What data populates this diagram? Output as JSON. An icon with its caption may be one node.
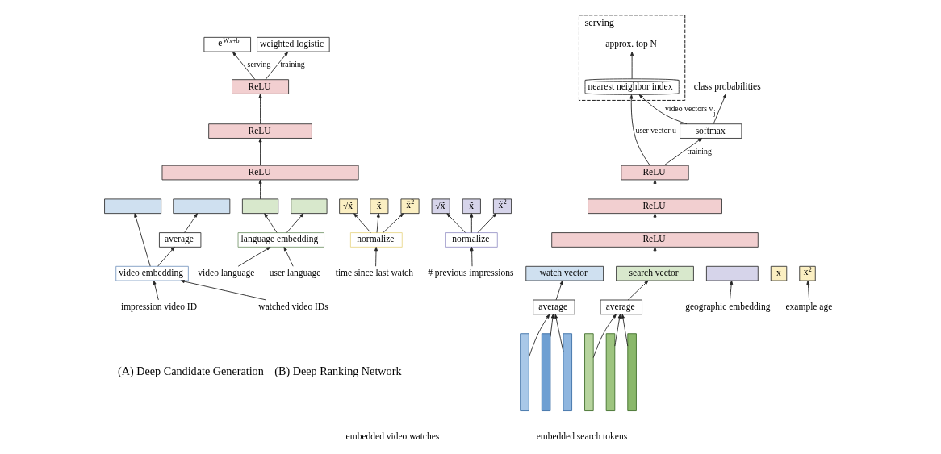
{
  "diagram": {
    "nodes": [
      {
        "text": [
          "serving"
        ]
      },
      {
        "text": [
          "approx. top N"
        ],
        "in": 0
      },
      {
        "text": [
          "nearest neighbor index"
        ],
        "in": 0
      },
      {
        "text": [
          "class probabilities"
        ]
      },
      {
        "text": [
          "softmax"
        ]
      },
      {
        "text": [
          "ReLU"
        ]
      },
      {
        "text": [
          "ReLU"
        ]
      },
      {
        "text": [
          "ReLU"
        ]
      },
      {
        "text": [
          "watch vector"
        ]
      },
      {
        "text": [
          "search vector"
        ]
      },
      {
        "text": [],
        "shape": "box"
      },
      {
        "text": [
          "x"
        ]
      },
      {
        "text": [
          "x$^{2}$"
        ]
      },
      {
        "text": [
          "average"
        ]
      },
      {
        "text": [
          "average"
        ]
      },
      {
        "text": [
          "geographic embedding"
        ]
      },
      {
        "text": [
          "example age"
        ]
      },
      {
        "text": [],
        "shape": "bar"
      },
      {
        "text": [],
        "shape": "bar"
      },
      {
        "text": [],
        "shape": "bar"
      },
      {
        "text": [],
        "shape": "bar"
      },
      {
        "text": [],
        "shape": "bar"
      },
      {
        "text": [],
        "shape": "bar"
      },
      {
        "text": [
          "e$^{Wx+b}$"
        ]
      },
      {
        "text": [
          "weighted logistic"
        ]
      },
      {
        "text": [
          "ReLU"
        ]
      },
      {
        "text": [
          "ReLU"
        ]
      },
      {
        "text": [
          "ReLU"
        ]
      },
      {
        "text": [],
        "shape": "box"
      },
      {
        "text": [],
        "shape": "box"
      },
      {
        "text": [],
        "shape": "box"
      },
      {
        "text": [],
        "shape": "box"
      },
      {
        "text": [
          "√x̃"
        ]
      },
      {
        "text": [
          "x̃"
        ]
      },
      {
        "text": [
          "x̃$^{2}$"
        ]
      },
      {
        "text": [
          "√x̃"
        ]
      },
      {
        "text": [
          "x̃"
        ]
      },
      {
        "text": [
          "x̃$^{2}$"
        ]
      },
      {
        "text": [
          "average"
        ]
      },
      {
        "text": [
          "language embedding"
        ]
      },
      {
        "text": [
          "normalize"
        ]
      },
      {
        "text": [
          "normalize"
        ]
      },
      {
        "text": [
          "video embedding"
        ]
      },
      {
        "text": [
          "user language"
        ]
      },
      {
        "text": [
          "video language"
        ]
      },
      {
        "text": [
          "time since last watch"
        ]
      },
      {
        "text": [
          "# previous impressions"
        ]
      },
      {
        "text": [
          "impression video ID"
        ]
      },
      {
        "text": [
          "watched video IDs"
        ]
      }
    ],
    "edges": [
      {
        "from": 2,
        "to": 1,
        "arrow": "to"
      },
      {
        "from": 4,
        "to": 2,
        "arrow": "to",
        "label": "video vectors v$_{j}$"
      },
      {
        "from": 5,
        "to": 2,
        "arrow": "to",
        "label": "user vector u"
      },
      {
        "from": 5,
        "to": 4,
        "arrow": "to",
        "label": "training"
      },
      {
        "from": 4,
        "to": 3,
        "arrow": "to"
      },
      {
        "from": 6,
        "to": 5,
        "arrow": "to"
      },
      {
        "from": 7,
        "to": 6,
        "arrow": "to"
      },
      {
        "from": 9,
        "to": 7,
        "arrow": "to"
      },
      {
        "from": 13,
        "to": 8,
        "arrow": "to"
      },
      {
        "from": 14,
        "to": 9,
        "arrow": "to"
      },
      {
        "from": 15,
        "to": 10,
        "arrow": "to"
      },
      {
        "from": 16,
        "to": 12,
        "arrow": "to"
      },
      {
        "from": 17,
        "to": 13,
        "arrow": "to"
      },
      {
        "from": 18,
        "to": 13,
        "arrow": "to"
      },
      {
        "from": 19,
        "to": 13,
        "arrow": "to"
      },
      {
        "from": 20,
        "to": 14,
        "arrow": "to"
      },
      {
        "from": 21,
        "to": 14,
        "arrow": "to"
      },
      {
        "from": 22,
        "to": 14,
        "arrow": "to"
      },
      {
        "from": 25,
        "to": 23,
        "arrow": "to",
        "label": "serving"
      },
      {
        "from": 25,
        "to": 24,
        "arrow": "to",
        "label": "training"
      },
      {
        "from": 26,
        "to": 25,
        "arrow": "to"
      },
      {
        "from": 27,
        "to": 26,
        "arrow": "to"
      },
      {
        "from": 30,
        "to": 27,
        "arrow": "to"
      },
      {
        "from": 42,
        "to": 28,
        "arrow": "to"
      },
      {
        "from": 42,
        "to": 38,
        "arrow": "to"
      },
      {
        "from": 38,
        "to": 29,
        "arrow": "to"
      },
      {
        "from": 39,
        "to": 30,
        "arrow": "to"
      },
      {
        "from": 39,
        "to": 31,
        "arrow": "to"
      },
      {
        "from": 40,
        "to": 32,
        "arrow": "to"
      },
      {
        "from": 40,
        "to": 33,
        "arrow": "to"
      },
      {
        "from": 40,
        "to": 34,
        "arrow": "to"
      },
      {
        "from": 41,
        "to": 35,
        "arrow": "to"
      },
      {
        "from": 41,
        "to": 36,
        "arrow": "to"
      },
      {
        "from": 41,
        "to": 37,
        "arrow": "to"
      },
      {
        "from": 43,
        "to": 39,
        "arrow": "to"
      },
      {
        "from": 44,
        "to": 39,
        "arrow": "to"
      },
      {
        "from": 45,
        "to": 40,
        "arrow": "to"
      },
      {
        "from": 46,
        "to": 41,
        "arrow": "to"
      },
      {
        "from": 47,
        "to": 42,
        "arrow": "to"
      },
      {
        "from": 48,
        "to": 42,
        "arrow": "to"
      }
    ],
    "labels": [
      "embedded video watches",
      "embedded search tokens",
      "(A) Deep Candidate Generation",
      "(B) Deep Ranking Network"
    ]
  }
}
